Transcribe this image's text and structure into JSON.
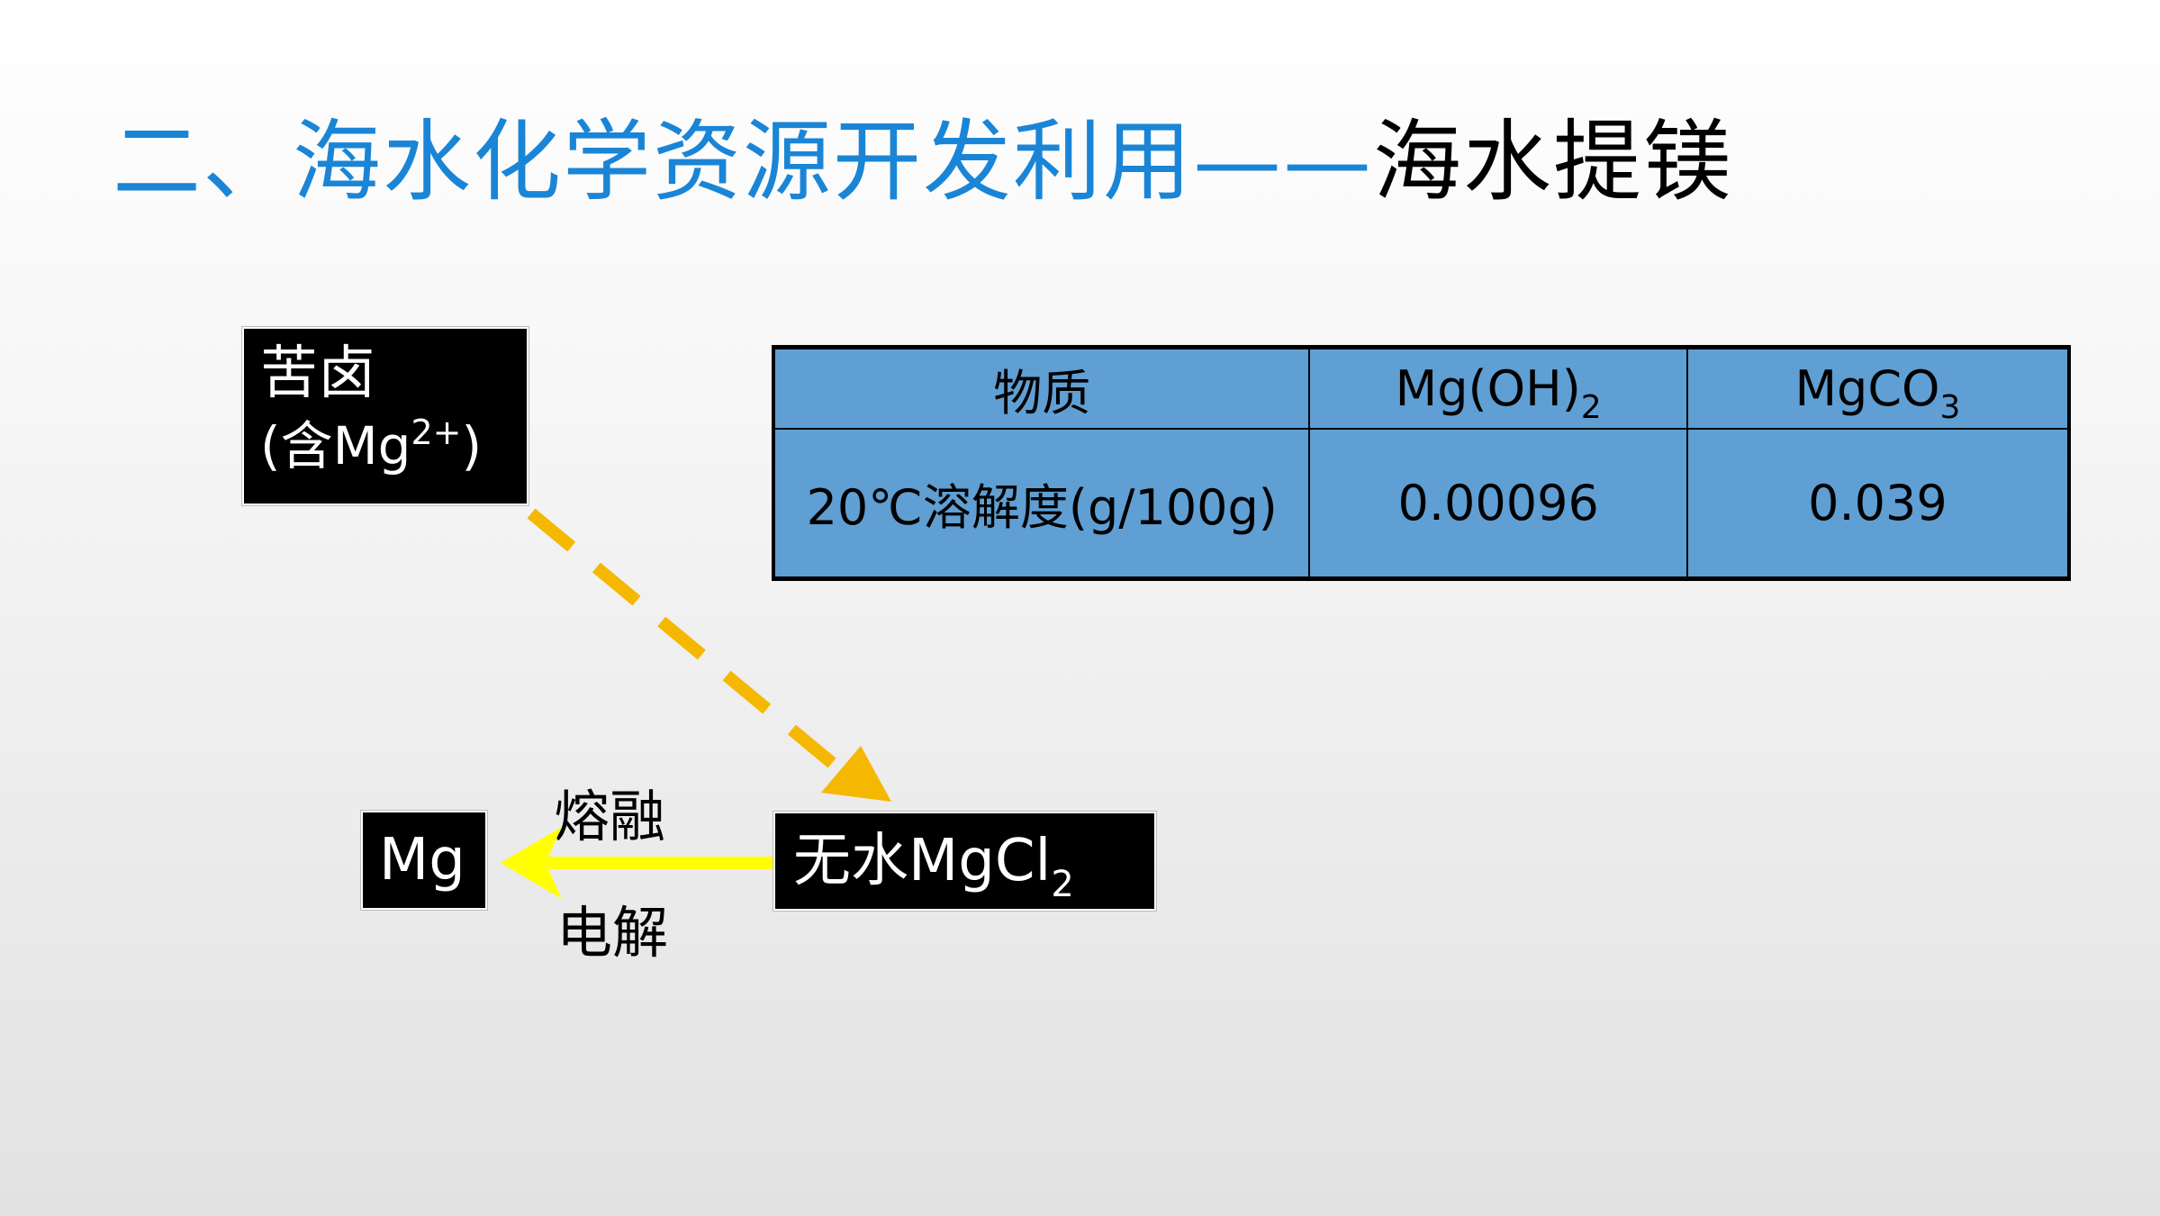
{
  "title": {
    "part1": "二、海水化学资源开发利用——",
    "part2": "海水提镁"
  },
  "boxes": {
    "kulu_line1": "苦卤",
    "kulu_line2_pre": "(含Mg",
    "kulu_charge": "2+",
    "kulu_line2_post": ")",
    "mgcl2_main": "无水MgCl",
    "mgcl2_sub": "2",
    "mg": "Mg"
  },
  "conditions": {
    "top": "熔融",
    "bottom": "电解"
  },
  "table": {
    "headers": {
      "c1": "物质",
      "c2_main": "Mg(OH)",
      "c2_sub": "2",
      "c3_main": "MgCO",
      "c3_sub": "3"
    },
    "row": {
      "label": "20℃溶解度(g/100g)",
      "v1": "0.00096",
      "v2": "0.039"
    }
  },
  "colors": {
    "title_blue": "#1a85d6",
    "dashed_arrow": "#f5b800",
    "solid_arrow": "#ffff00",
    "table_fill": "#5f9fd3"
  }
}
